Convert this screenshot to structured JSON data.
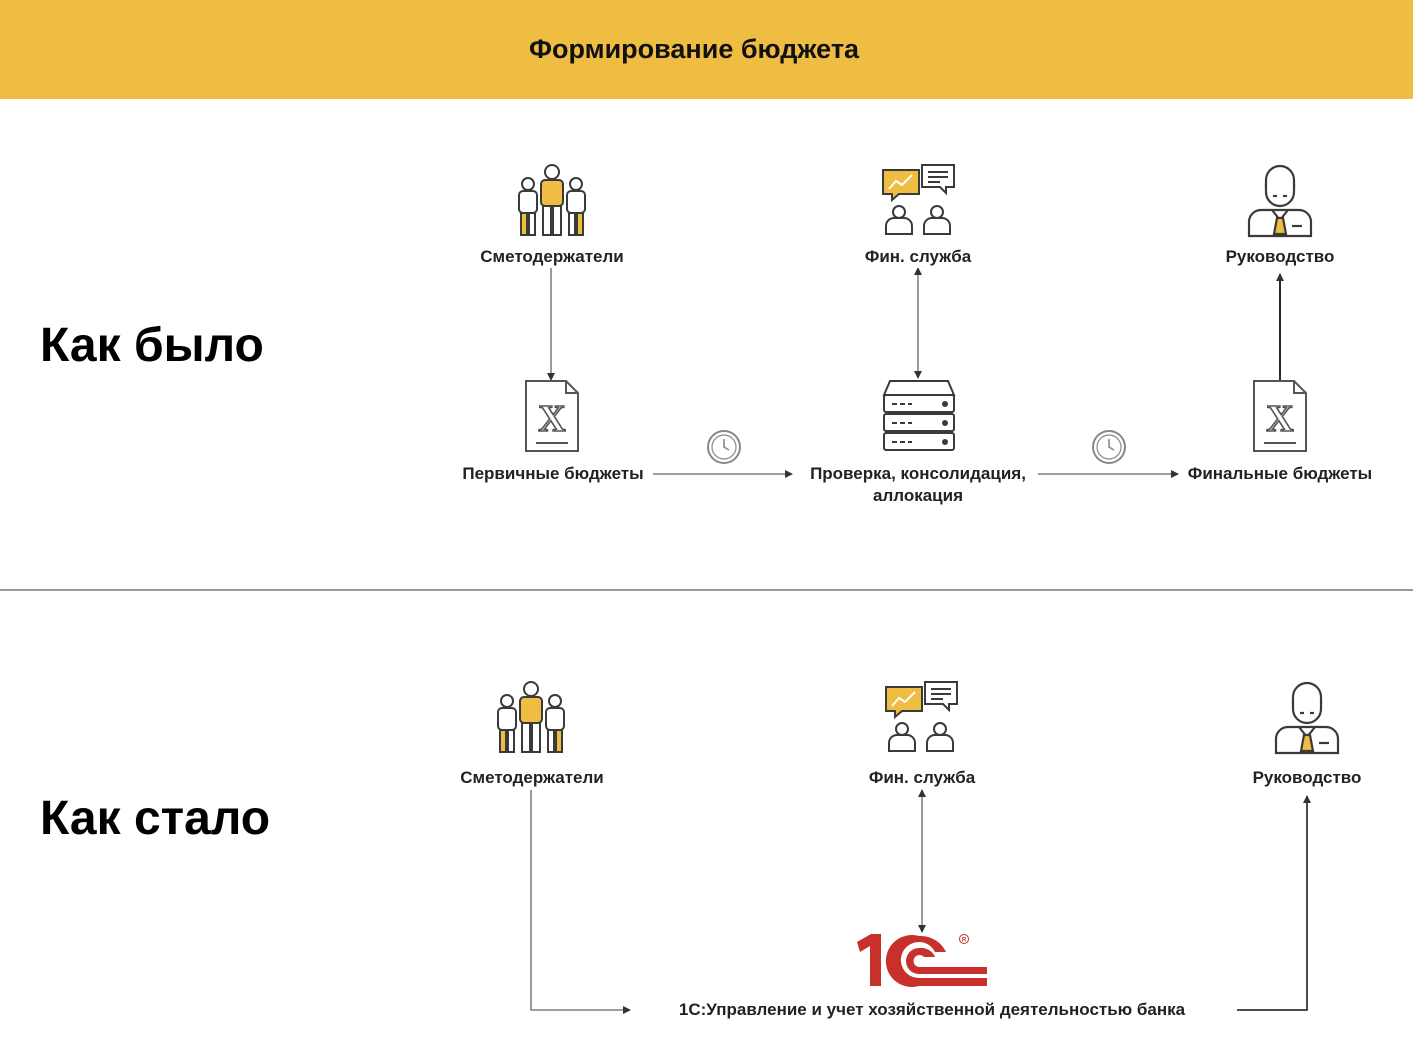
{
  "header": {
    "title": "Формирование бюджета"
  },
  "before": {
    "title": "Как было",
    "actors": {
      "budget_holders": "Сметодержатели",
      "finance": "Фин. служба",
      "management": "Руководство"
    },
    "steps": {
      "primary": "Первичные бюджеты",
      "check_line1": "Проверка, консолидация,",
      "check_line2": "аллокация",
      "final": "Финальные бюджеты"
    }
  },
  "after": {
    "title": "Как стало",
    "actors": {
      "budget_holders": "Сметодержатели",
      "finance": "Фин. служба",
      "management": "Руководство"
    },
    "system": {
      "name": "1С:Управление и учет хозяйственной деятельностью банка",
      "logo_text": "1С"
    }
  },
  "colors": {
    "accent": "#efbd42",
    "logo_red": "#c8302c",
    "icon_stroke": "#3a3a3a"
  },
  "icons": [
    "people-group-icon",
    "chat-chart-icon",
    "manager-icon",
    "excel-file-icon",
    "server-icon",
    "clock-icon",
    "1c-logo-icon"
  ]
}
